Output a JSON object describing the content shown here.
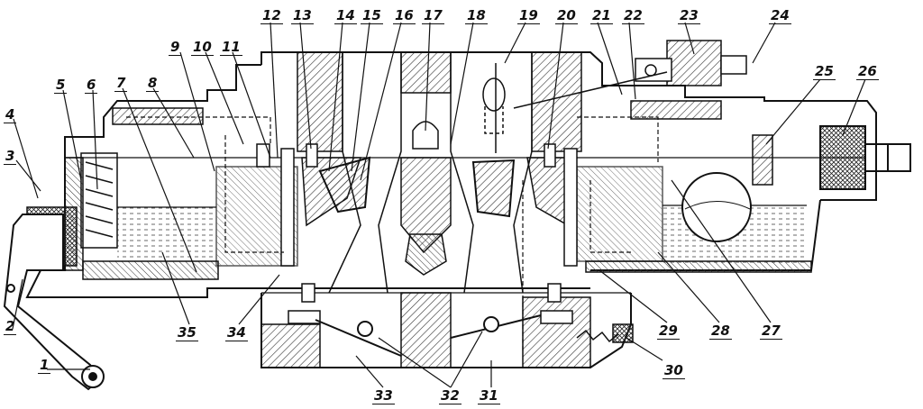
{
  "labels": {
    "n1": "1",
    "n2": "2",
    "n3": "3",
    "n4": "4",
    "n5": "5",
    "n6": "6",
    "n7": "7",
    "n8": "8",
    "n9": "9",
    "n10": "10",
    "n11": "11",
    "n12": "12",
    "n13": "13",
    "n14": "14",
    "n15": "15",
    "n16": "16",
    "n17": "17",
    "n18": "18",
    "n19": "19",
    "n20": "20",
    "n21": "21",
    "n22": "22",
    "n23": "23",
    "n24": "24",
    "n25": "25",
    "n26": "26",
    "n27": "27",
    "n28": "28",
    "n29": "29",
    "n30": "30",
    "n31": "31",
    "n32": "32",
    "n33": "33",
    "n34": "34",
    "n35": "35"
  },
  "colors": {
    "ink": "#111111",
    "hatch": "#333333",
    "paper": "#ffffff"
  }
}
